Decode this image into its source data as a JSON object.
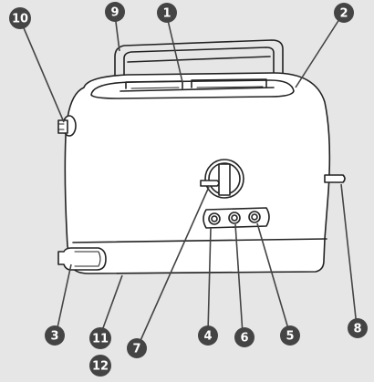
{
  "colors": {
    "background": "#e6e6e6",
    "body_fill": "#ffffff",
    "outline": "#222222",
    "marker_fill": "#444444",
    "marker_text": "#ffffff"
  },
  "callouts": [
    {
      "id": "1",
      "label": "1"
    },
    {
      "id": "2",
      "label": "2"
    },
    {
      "id": "3",
      "label": "3"
    },
    {
      "id": "4",
      "label": "4"
    },
    {
      "id": "5",
      "label": "5"
    },
    {
      "id": "6",
      "label": "6"
    },
    {
      "id": "7",
      "label": "7"
    },
    {
      "id": "8",
      "label": "8"
    },
    {
      "id": "9",
      "label": "9"
    },
    {
      "id": "10",
      "label": "10"
    },
    {
      "id": "11",
      "label": "11"
    },
    {
      "id": "12",
      "label": "12"
    }
  ]
}
